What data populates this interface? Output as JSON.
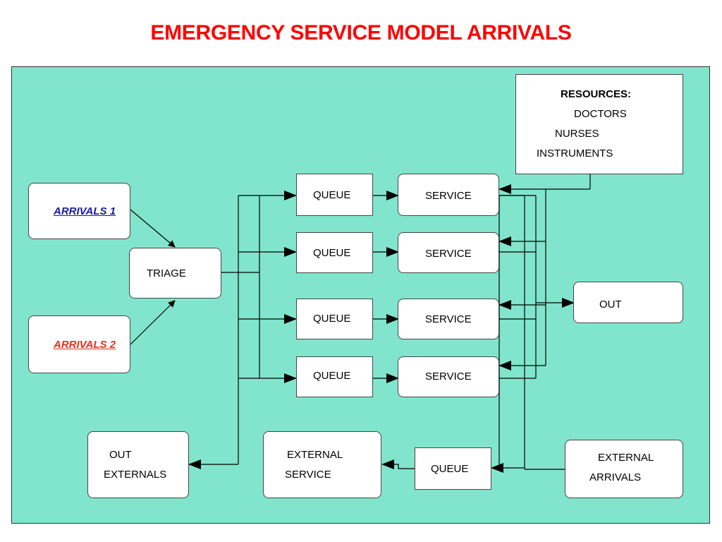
{
  "title": "EMERGENCY SERVICE MODEL ARRIVALS",
  "resources": {
    "heading": "RESOURCES:",
    "items": [
      "DOCTORS",
      "NURSES",
      "INSTRUMENTS"
    ]
  },
  "nodes": {
    "arrivals1": "ARRIVALS 1",
    "arrivals2": "ARRIVALS 2",
    "triage": "TRIAGE",
    "queue": "QUEUE",
    "service": "SERVICE",
    "out": "OUT",
    "out_externals_line1": "OUT",
    "out_externals_line2": "EXTERNALS",
    "external_service_line1": "EXTERNAL",
    "external_service_line2": "SERVICE",
    "external_queue": "QUEUE",
    "external_arrivals_line1": "EXTERNAL",
    "external_arrivals_line2": "ARRIVALS"
  },
  "colors": {
    "title": "#ff0000",
    "panel": "#81e5cd",
    "arrivals1": "#1a1aa0",
    "arrivals2": "#e0301e"
  }
}
